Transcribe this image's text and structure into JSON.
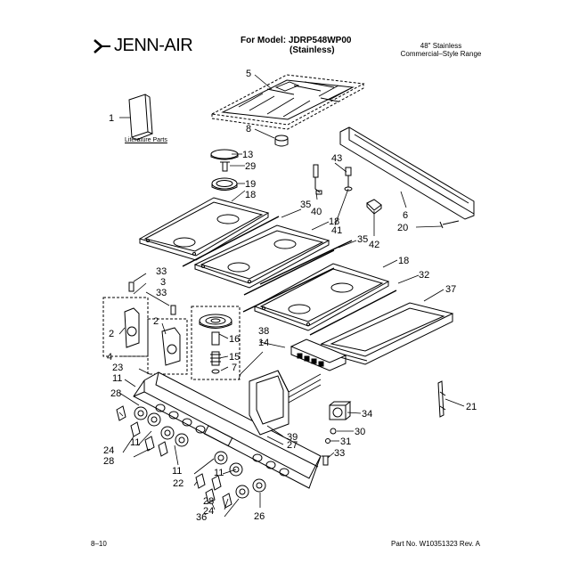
{
  "header": {
    "brand": "JENN-AIR",
    "model_line": "For Model: JDRP548WP00",
    "model_finish": "(Stainless)",
    "description_line1": "48\" Stainless",
    "description_line2": "Commercial–Style Range"
  },
  "literature_label": "Literature Parts",
  "footer": {
    "page": "8–10",
    "part_number": "Part No. W10351323 Rev. A"
  },
  "callouts": [
    "1",
    "5",
    "8",
    "13",
    "29",
    "19",
    "18",
    "35",
    "40",
    "43",
    "41",
    "42",
    "6",
    "20",
    "18",
    "35",
    "18",
    "32",
    "37",
    "33",
    "3",
    "33",
    "2",
    "2",
    "16",
    "38",
    "14",
    "15",
    "7",
    "4",
    "23",
    "11",
    "28",
    "39",
    "27",
    "24",
    "28",
    "11",
    "11",
    "22",
    "28",
    "24",
    "11",
    "36",
    "26",
    "34",
    "30",
    "31",
    "33",
    "21"
  ]
}
